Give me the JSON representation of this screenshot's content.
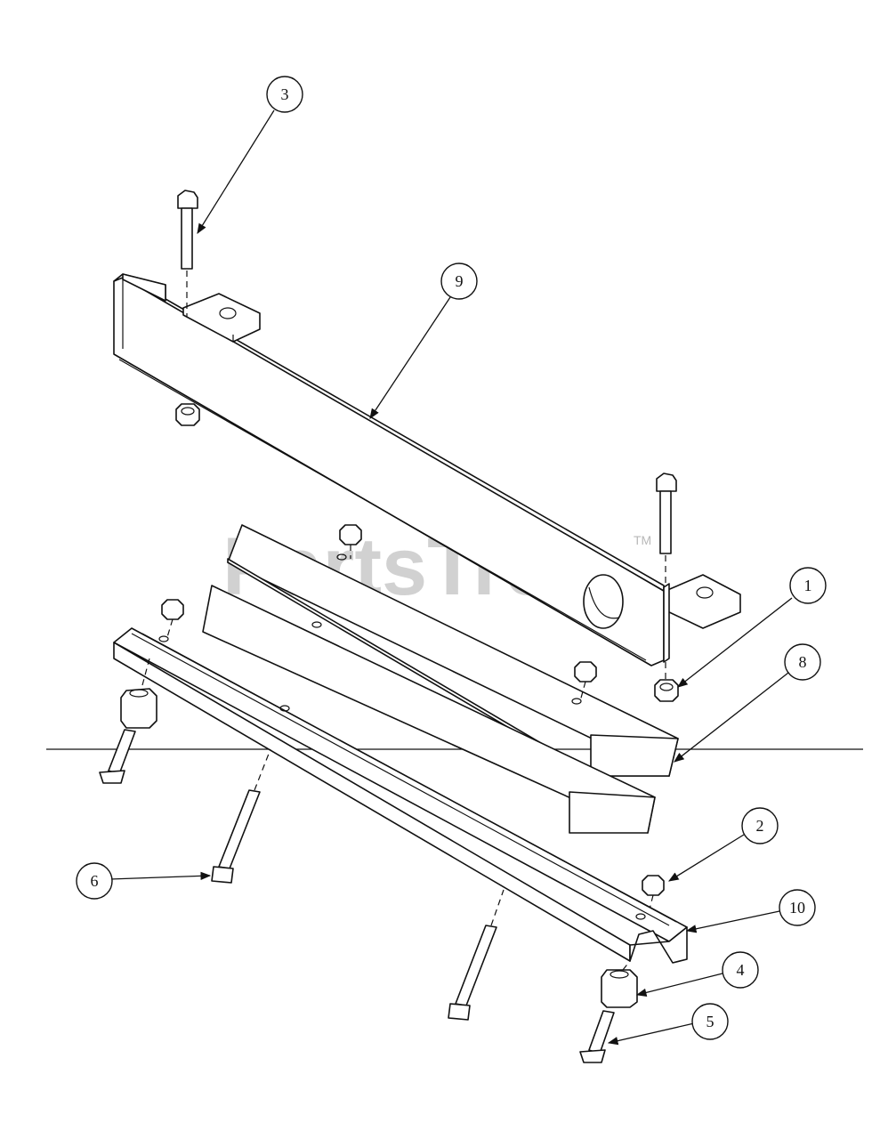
{
  "watermark": {
    "text": "PartsTree",
    "trademark": "TM"
  },
  "callouts": [
    "3",
    "9",
    "1",
    "8",
    "2",
    "10",
    "6",
    "4",
    "5"
  ]
}
